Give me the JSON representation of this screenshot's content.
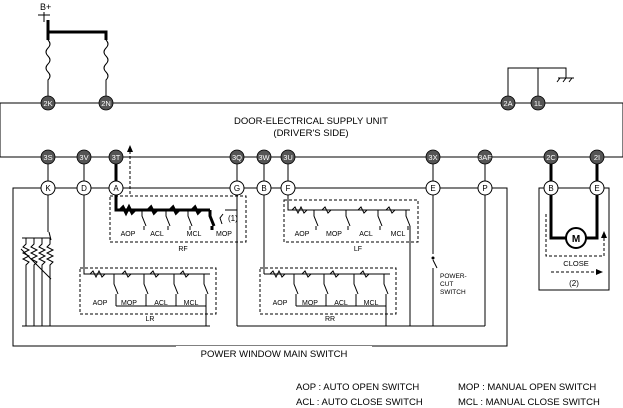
{
  "supply": {
    "battery_label": "B+",
    "unit_title_line1": "DOOR-ELECTRICAL SUPPLY UNIT",
    "unit_title_line2": "(DRIVER'S SIDE)"
  },
  "unit_top_terminals": [
    "2K",
    "2N",
    "2A",
    "1L"
  ],
  "unit_bottom_terminals": [
    "3S",
    "3V",
    "3T",
    "3Q",
    "3W",
    "3U",
    "3X",
    "3AF",
    "2C",
    "2I"
  ],
  "switch_pins": [
    "K",
    "D",
    "A",
    "G",
    "B",
    "F",
    "E",
    "P"
  ],
  "motor_pins": [
    "B",
    "E"
  ],
  "main_switch_label": "POWER WINDOW MAIN SWITCH",
  "groups": {
    "rf": "RF",
    "lf": "LF",
    "lr": "LR",
    "rr": "RR"
  },
  "switch_tags": {
    "aop": "AOP",
    "acl": "ACL",
    "mcl": "MCL",
    "mop": "MOP"
  },
  "power_cut": [
    "POWER-",
    "CUT",
    "SWITCH"
  ],
  "callouts": {
    "one": "(1)",
    "two": "(2)"
  },
  "motor": {
    "symbol": "M",
    "direction_label": "CLOSE"
  },
  "legend": [
    {
      "abbr": "AOP",
      "text": "AUTO OPEN SWITCH"
    },
    {
      "abbr": "MOP",
      "text": "MANUAL OPEN SWITCH"
    },
    {
      "abbr": "ACL",
      "text": "AUTO CLOSE SWITCH"
    },
    {
      "abbr": "MCL",
      "text": "MANUAL CLOSE SWITCH"
    }
  ]
}
